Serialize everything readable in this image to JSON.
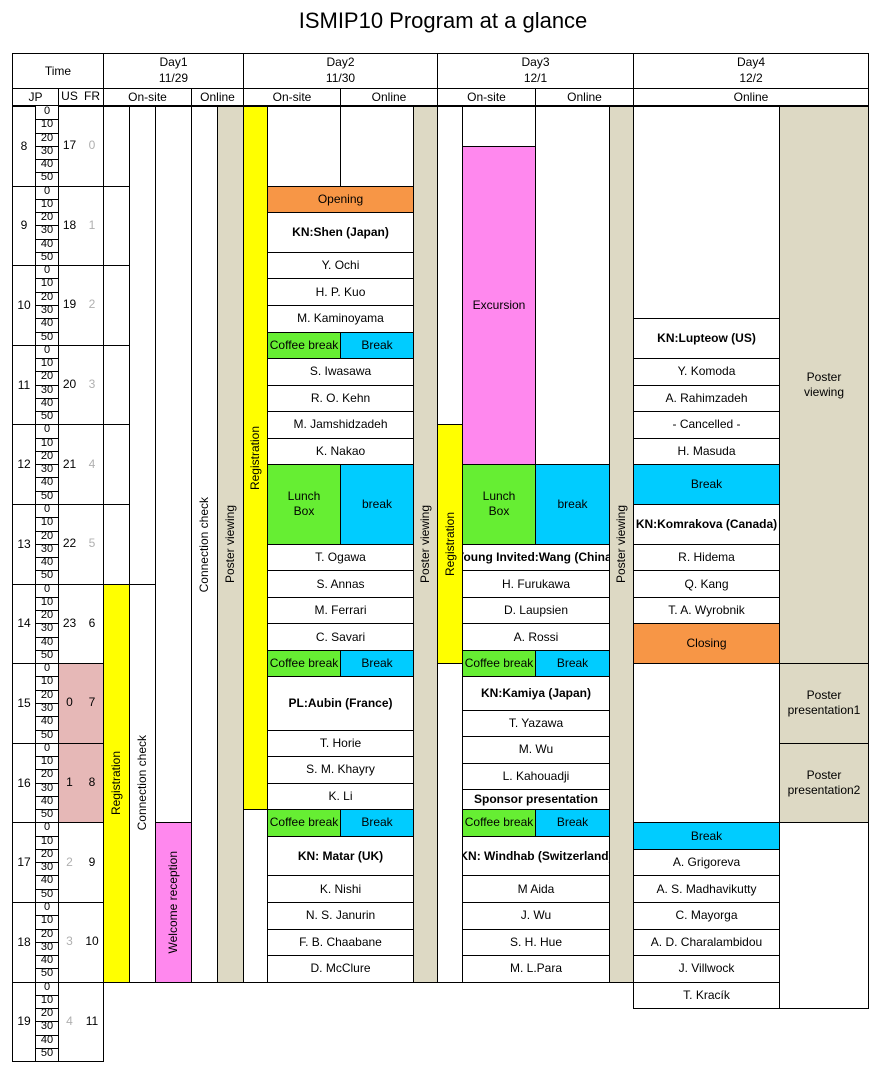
{
  "title": "ISMIP10 Program at a glance",
  "colors": {
    "registration": "#ffff00",
    "poster": "#ddd9c4",
    "session_orange": "#f79646",
    "coffee_green": "#66ee33",
    "break_blue": "#00ccff",
    "excursion_pink": "#ff88ee",
    "welcome_pink": "#ff88ee",
    "tz_shade": "#e6b8b7"
  },
  "headers": {
    "time": "Time",
    "jp": "JP",
    "us": "US",
    "fr": "FR",
    "day1": "Day1\n11/29",
    "day2": "Day2\n11/30",
    "day3": "Day3\n12/1",
    "day4": "Day4\n12/2",
    "onsite": "On-site",
    "online": "Online"
  },
  "minutes": [
    "0",
    "10",
    "20",
    "30",
    "40",
    "50"
  ],
  "hours": [
    {
      "jp": "8",
      "us": "17",
      "fr": "0"
    },
    {
      "jp": "9",
      "us": "18",
      "fr": "1"
    },
    {
      "jp": "10",
      "us": "19",
      "fr": "2"
    },
    {
      "jp": "11",
      "us": "20",
      "fr": "3"
    },
    {
      "jp": "12",
      "us": "21",
      "fr": "4"
    },
    {
      "jp": "13",
      "us": "22",
      "fr": "5"
    },
    {
      "jp": "14",
      "us": "23",
      "fr": "6"
    },
    {
      "jp": "15",
      "us": "0",
      "fr": "7"
    },
    {
      "jp": "16",
      "us": "1",
      "fr": "8"
    },
    {
      "jp": "17",
      "us": "2",
      "fr": "9"
    },
    {
      "jp": "18",
      "us": "3",
      "fr": "10"
    },
    {
      "jp": "19",
      "us": "4",
      "fr": "11"
    }
  ],
  "day1": {
    "registration": "Registration",
    "connection_onsite": "Connection check",
    "welcome": "Welcome reception",
    "connection_online": "Connection check",
    "poster": "Poster viewing"
  },
  "day2": {
    "registration": "Registration",
    "opening": "Opening",
    "kn_shen": "KN:Shen (Japan)",
    "ochi": "Y. Ochi",
    "kuo": "H. P. Kuo",
    "kaminoyama": "M. Kaminoyama",
    "coffee1": "Coffee break",
    "break1": "Break",
    "iwasawa": "S. Iwasawa",
    "kehn": "R. O. Kehn",
    "jamshidzadeh": "M. Jamshidzadeh",
    "nakao": "K. Nakao",
    "lunch": "Lunch\nBox",
    "lunch_break": "break",
    "ogawa": "T. Ogawa",
    "annas": "S. Annas",
    "ferrari": "M. Ferrari",
    "savari": "C. Savari",
    "coffee2": "Coffee break",
    "break2": "Break",
    "pl_aubin": "PL:Aubin (France)",
    "horie": "T. Horie",
    "khayry": "S. M. Khayry",
    "li": "K. Li",
    "coffee3": "Coffee break",
    "break3": "Break",
    "kn_matar": "KN: Matar (UK)",
    "nishi": "K. Nishi",
    "janurin": "N. S. Janurin",
    "chaabane": "F. B. Chaabane",
    "mcclure": "D. McClure",
    "poster": "Poster viewing"
  },
  "day3": {
    "excursion": "Excursion",
    "registration": "Registration",
    "lunch": "Lunch\nBox",
    "lunch_break": "break",
    "young_wang": "Young Invited:Wang (China)",
    "furukawa": "H. Furukawa",
    "laupsien": "D. Laupsien",
    "rossi": "A. Rossi",
    "coffee1": "Coffee break",
    "break1": "Break",
    "kn_kamiya": "KN:Kamiya (Japan)",
    "yazawa": "T. Yazawa",
    "wu_m": "M. Wu",
    "kahouadji": "L. Kahouadji",
    "sponsor": "Sponsor presentation",
    "coffee2": "Coffee break",
    "break2": "Break",
    "kn_windhab": "KN: Windhab (Switzerland)",
    "aida": "M Aida",
    "wu_j": "J. Wu",
    "hue": "S. H. Hue",
    "para": "M. L.Para",
    "poster": "Poster viewing"
  },
  "day4": {
    "kn_lupteow": "KN:Lupteow (US)",
    "komoda": "Y. Komoda",
    "rahimzadeh": "A. Rahimzadeh",
    "cancelled": "- Cancelled -",
    "masuda": "H. Masuda",
    "break1": "Break",
    "kn_komrakova": "KN:Komrakova (Canada)",
    "hidema": "R. Hidema",
    "kang": "Q. Kang",
    "wyrobnik": "T. A. Wyrobnik",
    "closing": "Closing",
    "break2": "Break",
    "grigoreva": "A. Grigoreva",
    "madhavikutty": "A. S. Madhavikutty",
    "mayorga": "C. Mayorga",
    "charalambidou": "A. D. Charalambidou",
    "villwock": "J. Villwock",
    "kracik": "T. Kracík",
    "poster_viewing": "Poster\nviewing",
    "poster_pres1": "Poster\npresentation1",
    "poster_pres2": "Poster\npresentation2"
  }
}
